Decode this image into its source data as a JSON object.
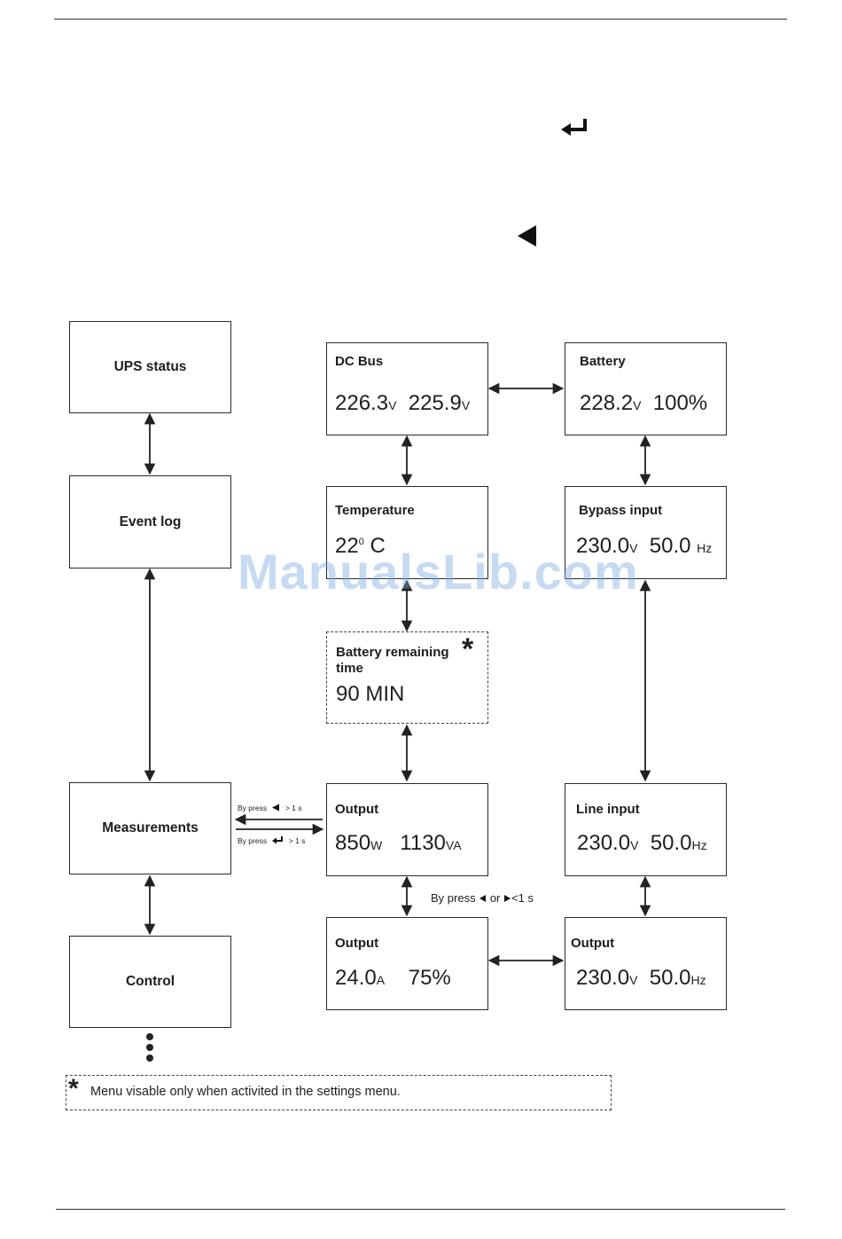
{
  "menu": {
    "ups_status": "UPS status",
    "event_log": "Event log",
    "measurements": "Measurements",
    "control": "Control"
  },
  "screens": {
    "dc_bus": {
      "title": "DC Bus",
      "v1": "226.3",
      "u1": "V",
      "v2": "225.9",
      "u2": "V"
    },
    "battery": {
      "title": "Battery",
      "v1": "228.2",
      "u1": "V",
      "v2": "100%"
    },
    "temperature": {
      "title": "Temperature",
      "v1": "22",
      "sup": "0",
      "u1": " C"
    },
    "bypass_input": {
      "title": "Bypass input",
      "v1": "230.0",
      "u1": "V",
      "v2": "50.0",
      "u2": "Hz"
    },
    "battery_remaining": {
      "title_line1": "Battery remaining",
      "title_line2": "time",
      "value": "90 MIN",
      "marker": "*"
    },
    "output_power": {
      "title": "Output",
      "v1": "850",
      "u1": "W",
      "v2": "1130",
      "u2": "VA"
    },
    "line_input": {
      "title": "Line input",
      "v1": "230.0",
      "u1": "V",
      "v2": "50.0",
      "u2": "Hz"
    },
    "output_current": {
      "title": "Output",
      "v1": "24.0",
      "u1": "A",
      "v2": "75%"
    },
    "output_voltage": {
      "title": "Output",
      "v1": "230.0",
      "u1": "V",
      "v2": "50.0",
      "u2": "Hz"
    }
  },
  "hints": {
    "press_back_prefix": "By press",
    "press_back_suffix": "> 1 s",
    "press_enter_prefix": "By press",
    "press_enter_suffix": "> 1 s",
    "press_lr_prefix": "By press",
    "press_lr_or": "or",
    "press_lr_suffix": "<1 s"
  },
  "note": {
    "marker": "*",
    "text": "Menu visable only when activited in the settings menu."
  },
  "watermark": "ManualsLib.com",
  "icons": {
    "enter": "enter-return-icon",
    "back": "left-triangle-icon",
    "right": "right-triangle-icon"
  }
}
